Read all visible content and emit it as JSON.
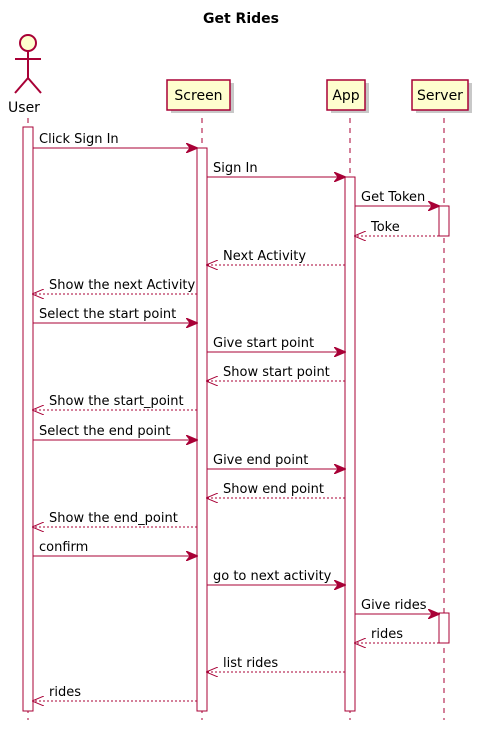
{
  "title": "Get Rides",
  "colors": {
    "line": "#A80036",
    "participant_fill": "#FEFECE"
  },
  "participants": [
    {
      "id": "user",
      "label": "User",
      "kind": "actor"
    },
    {
      "id": "screen",
      "label": "Screen",
      "kind": "participant"
    },
    {
      "id": "app",
      "label": "App",
      "kind": "participant"
    },
    {
      "id": "server",
      "label": "Server",
      "kind": "participant"
    }
  ],
  "messages": [
    {
      "from": "user",
      "to": "screen",
      "label": "Click Sign In",
      "style": "solid"
    },
    {
      "from": "screen",
      "to": "app",
      "label": "Sign In",
      "style": "solid"
    },
    {
      "from": "app",
      "to": "server",
      "label": "Get Token",
      "style": "solid"
    },
    {
      "from": "server",
      "to": "app",
      "label": "Toke",
      "style": "dashed"
    },
    {
      "from": "app",
      "to": "screen",
      "label": "Next Activity",
      "style": "dashed"
    },
    {
      "from": "screen",
      "to": "user",
      "label": "Show the next Activity",
      "style": "dashed"
    },
    {
      "from": "user",
      "to": "screen",
      "label": "Select the start point",
      "style": "solid"
    },
    {
      "from": "screen",
      "to": "app",
      "label": "Give start point",
      "style": "solid"
    },
    {
      "from": "app",
      "to": "screen",
      "label": "Show start point",
      "style": "dashed"
    },
    {
      "from": "screen",
      "to": "user",
      "label": "Show the start_point",
      "style": "dashed"
    },
    {
      "from": "user",
      "to": "screen",
      "label": "Select the end point",
      "style": "solid"
    },
    {
      "from": "screen",
      "to": "app",
      "label": "Give end point",
      "style": "solid"
    },
    {
      "from": "app",
      "to": "screen",
      "label": "Show end point",
      "style": "dashed"
    },
    {
      "from": "screen",
      "to": "user",
      "label": "Show the end_point",
      "style": "dashed"
    },
    {
      "from": "user",
      "to": "screen",
      "label": "confirm",
      "style": "solid"
    },
    {
      "from": "screen",
      "to": "app",
      "label": "go to next activity",
      "style": "solid"
    },
    {
      "from": "app",
      "to": "server",
      "label": "Give rides",
      "style": "solid"
    },
    {
      "from": "server",
      "to": "app",
      "label": "rides",
      "style": "dashed"
    },
    {
      "from": "app",
      "to": "screen",
      "label": "list rides",
      "style": "dashed"
    },
    {
      "from": "screen",
      "to": "user",
      "label": "rides",
      "style": "dashed"
    }
  ]
}
